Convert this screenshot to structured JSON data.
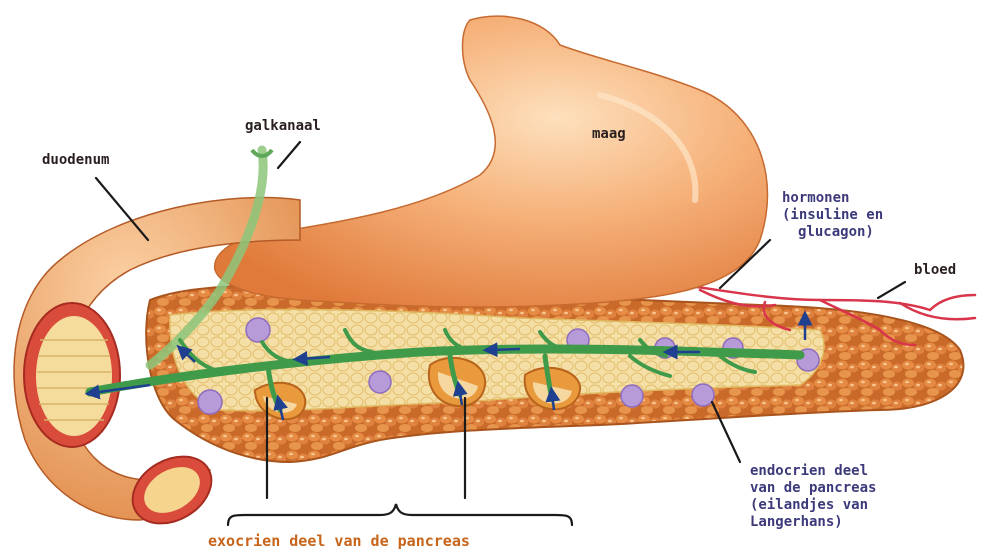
{
  "labels": {
    "galkanaal": "galkanaal",
    "duodenum": "duodenum",
    "maag": "maag",
    "hormonen": [
      "hormonen",
      "(insuline en",
      "glucagon)"
    ],
    "bloed": "bloed",
    "endocrien": [
      "endocrien deel",
      "van de pancreas",
      "(eilandjes van",
      "Langerhans)"
    ],
    "exocrien": "exocrien deel van de pancreas"
  },
  "colors": {
    "stomach": "#f2a066",
    "stomach_highlight": "#fbd2a8",
    "pancreas_tissue": "#d9742e",
    "pancreas_inner": "#f3dca0",
    "duct": "#3f9a4a",
    "duct_arrow": "#1f3f8f",
    "islet": "#9a7ac4",
    "blood_vessel": "#d9354a",
    "label_dark": "#2a1f1f",
    "label_blue": "#3c3a7a",
    "label_orange": "#c8641a"
  }
}
